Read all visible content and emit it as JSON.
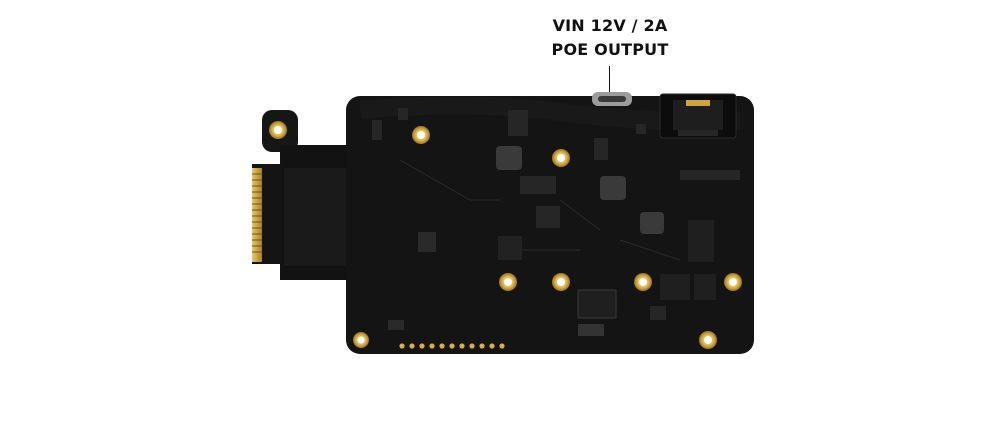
{
  "callout": {
    "line1": "VIN 12V / 2A",
    "line2": "POE OUTPUT"
  },
  "colors": {
    "pcb": "#141414",
    "gold": "#c9a23a",
    "background": "#ffffff",
    "label": "#111111"
  },
  "icons": {
    "power-connector": "usb-c-port",
    "network-port": "rj45-jack"
  }
}
